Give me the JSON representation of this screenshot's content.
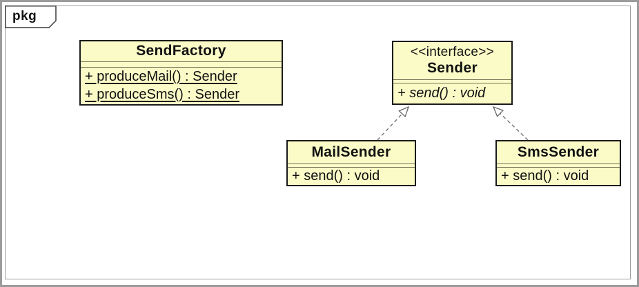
{
  "frame": {
    "tab_label": "pkg"
  },
  "classes": {
    "send_factory": {
      "name": "SendFactory",
      "methods": [
        "+ produceMail() : Sender",
        "+ produceSms() : Sender"
      ],
      "method_style": "static-underlined"
    },
    "sender": {
      "stereotype": "<<interface>>",
      "name": "Sender",
      "methods": [
        "+ send() : void"
      ],
      "method_style": "abstract-italic"
    },
    "mail_sender": {
      "name": "MailSender",
      "methods": [
        "+ send() : void"
      ]
    },
    "sms_sender": {
      "name": "SmsSender",
      "methods": [
        "+ send() : void"
      ]
    }
  },
  "relationships": [
    {
      "type": "realization",
      "from": "MailSender",
      "to": "Sender",
      "line": "dashed",
      "arrowhead": "open-triangle"
    },
    {
      "type": "realization",
      "from": "SmsSender",
      "to": "Sender",
      "line": "dashed",
      "arrowhead": "open-triangle"
    }
  ],
  "colors": {
    "class_fill": "#fbfbc8",
    "class_border": "#1a1a1a",
    "frame_border": "#9b9b9b",
    "connector": "#757575",
    "text": "#111111"
  }
}
